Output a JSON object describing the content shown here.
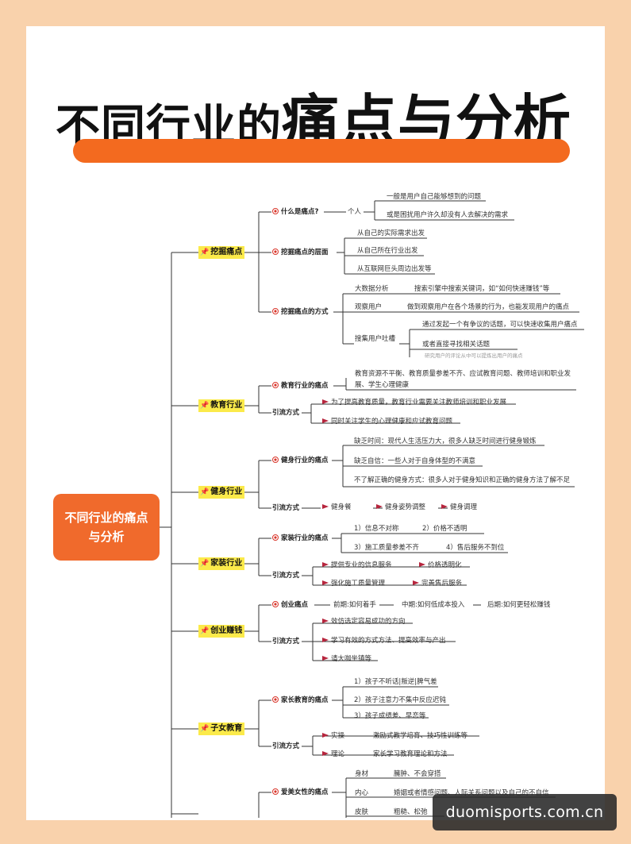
{
  "title": {
    "part1": "不同行业的",
    "part2": "痛点与分析"
  },
  "root": {
    "line1": "不同行业的痛点",
    "line2": "与分析"
  },
  "b1": {
    "label": "挖掘痛点",
    "s1": {
      "label": "什么是痛点?",
      "mid": "个人",
      "leaf1": "一般是用户自己能够想到的问题",
      "leaf2": "或是困扰用户许久却没有人去解决的需求"
    },
    "s2": {
      "label": "挖掘痛点的层面",
      "leaf1": "从自己的实际需求出发",
      "leaf2": "从自己所在行业出发",
      "leaf3": "从互联网巨头周边出发等"
    },
    "s3": {
      "label": "挖掘痛点的方式",
      "m1": "大数据分析",
      "m1leaf": "搜索引擎中搜索关键词，如“如何快速赚钱”等",
      "m2": "观察用户",
      "m2leaf": "做到观察用户在各个场景的行为，也能发现用户的痛点",
      "m3": "搜集用户吐槽",
      "m3leaf1": "通过发起一个有争议的话题，可以快速收集用户痛点",
      "m3leaf2": "或者直接寻找相关话题",
      "m3note": "研究用户的评论从中可以提炼出用户的痛点"
    }
  },
  "b2": {
    "label": "教育行业",
    "s1": {
      "label": "教育行业的痛点",
      "leaf": "教育资源不平衡、教育质量参差不齐、应试教育问题、教师培训和职业发展、学生心理健康"
    },
    "s2": {
      "label": "引流方式",
      "leaf1": "为了提高教育质量，教育行业需要关注教师培训和职业发展",
      "leaf2": "同时关注学生的心理健康和应试教育问题"
    }
  },
  "b3": {
    "label": "健身行业",
    "s1": {
      "label": "健身行业的痛点",
      "leaf1": "缺乏时间：现代人生活压力大，很多人缺乏时间进行健身锻炼",
      "leaf2": "缺乏自信：一些人对于自身体型的不满意",
      "leaf3": "不了解正确的健身方式：很多人对于健身知识和正确的健身方法了解不足"
    },
    "s2": {
      "label": "引流方式",
      "leaf1": "健身餐",
      "leaf2": "健身姿势调整",
      "leaf3": "健身调理"
    }
  },
  "b4": {
    "label": "家装行业",
    "s1": {
      "label": "家装行业的痛点",
      "leaf1": "1）信息不对称",
      "leaf2": "2）价格不透明",
      "leaf3": "3）施工质量参差不齐",
      "leaf4": "4）售后服务不到位"
    },
    "s2": {
      "label": "引流方式",
      "leaf1": "提供专业的信息服务",
      "leaf2": "价格透明化",
      "leaf3": "强化施工质量管理",
      "leaf4": "完善售后服务"
    }
  },
  "b5": {
    "label": "创业赚钱",
    "s1": {
      "label": "创业痛点",
      "leaf1": "前期:如何着手",
      "leaf2": "中期:如何低成本投入",
      "leaf3": "后期:如何更轻松赚钱"
    },
    "s2": {
      "label": "引流方式",
      "leaf1": "效仿选定容易成功的方向",
      "leaf2": "学习有效的方式方法、提高效率与产出",
      "leaf3": "请大咖坐镇等"
    }
  },
  "b6": {
    "label": "子女教育",
    "s1": {
      "label": "家长教育的痛点",
      "leaf1": "1）孩子不听话|叛逆|脾气差",
      "leaf2": "2）孩子注意力不集中反应迟钝",
      "leaf3": "3）孩子成绩差、早恋等"
    },
    "s2": {
      "label": "引流方式",
      "m1": "实操",
      "m1leaf": "激励式教学培育、技巧性训练等",
      "m2": "理论",
      "m2leaf": "家长学习教育理论和方法"
    }
  },
  "b7": {
    "label": "",
    "s1": {
      "label": "爱美女性的痛点",
      "m1": "身材",
      "m1leaf": "臃肿、不会穿搭",
      "m2": "内心",
      "m2leaf": "婚姻或者情感问题、人际关系问题以及自己的不自信",
      "m3": "皮肤",
      "m3leaf": "粗糙、松弛"
    }
  },
  "watermark": "duomisports.com.cn",
  "colors": {
    "accent": "#f36a1f",
    "root_bg": "#f06a2c",
    "category_bg": "#fbea4a",
    "flag": "#b7253d",
    "target": "#d9362b",
    "page_bg": "#f9d2ac"
  },
  "icons": {
    "category": "pin-icon",
    "subtopic": "target-icon",
    "bullet": "flag-icon"
  }
}
